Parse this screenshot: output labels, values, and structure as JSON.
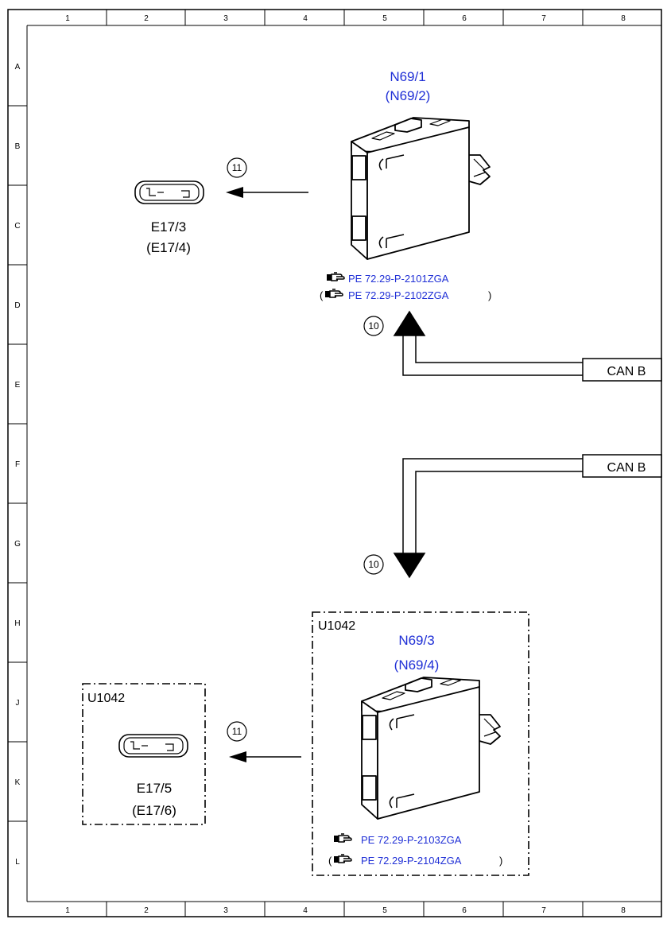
{
  "grid": {
    "columns": [
      "1",
      "2",
      "3",
      "4",
      "5",
      "6",
      "7",
      "8"
    ],
    "rows": [
      "A",
      "B",
      "C",
      "D",
      "E",
      "F",
      "G",
      "H",
      "J",
      "K",
      "L"
    ]
  },
  "modules": {
    "top": {
      "name": "N69/1",
      "alt": "(N69/2)"
    },
    "bottom": {
      "name": "N69/3",
      "alt": "(N69/4)",
      "group": "U1042"
    }
  },
  "switches": {
    "top": {
      "name": "E17/3",
      "alt": "(E17/4)"
    },
    "bottom": {
      "name": "E17/5",
      "alt": "(E17/6)",
      "group": "U1042"
    }
  },
  "references": {
    "top_1": "PE 72.29-P-2101ZGA",
    "top_2": "PE 72.29-P-2102ZGA",
    "bottom_1": "PE 72.29-P-2103ZGA",
    "bottom_2": "PE 72.29-P-2104ZGA",
    "paren_open": "(",
    "paren_close": ")"
  },
  "arrows": {
    "signal_10": "10",
    "signal_11": "11"
  },
  "bus": {
    "top": "CAN B",
    "bottom": "CAN B"
  },
  "colors": {
    "label_blue": "#1f2fd6",
    "line": "#000000"
  }
}
